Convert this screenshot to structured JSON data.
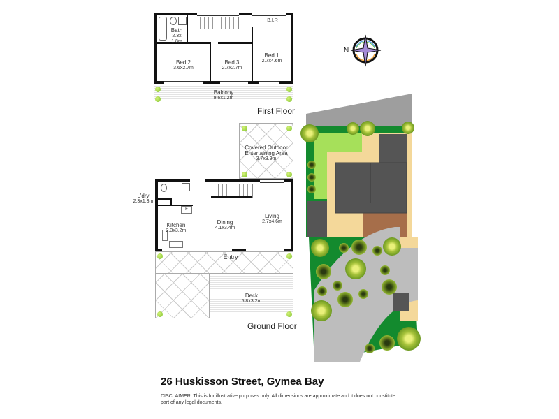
{
  "first_floor": {
    "title": "First Floor",
    "rooms": [
      {
        "name": "Bath",
        "dims": "2.3x\n1.8m"
      },
      {
        "name": "B.I.R",
        "dims": ""
      },
      {
        "name": "Bed 2",
        "dims": "3.6x2.7m"
      },
      {
        "name": "Bed 3",
        "dims": "2.7x2.7m"
      },
      {
        "name": "Bed 1",
        "dims": "2.7x4.6m"
      },
      {
        "name": "Balcony",
        "dims": "9.6x1.2m"
      }
    ]
  },
  "ground_floor": {
    "title": "Ground Floor",
    "rooms": [
      {
        "name": "Covered Outdoor Entertaining Area",
        "dims": "3.7x3.9m"
      },
      {
        "name": "L'dry",
        "dims": "2.3x1.3m"
      },
      {
        "name": "Kitchen",
        "dims": "2.3x3.2m"
      },
      {
        "name": "Dining",
        "dims": "4.1x3.4m"
      },
      {
        "name": "Living",
        "dims": "2.7x4.6m"
      },
      {
        "name": "Entry",
        "dims": ""
      },
      {
        "name": "Deck",
        "dims": "5.8x3.2m"
      }
    ],
    "fridge_label": "F"
  },
  "compass": {
    "label": "N",
    "icon": "compass-rose-icon"
  },
  "site_plan": {
    "label": "site-plan"
  },
  "footer": {
    "address": "26 Huskisson Street, Gymea Bay",
    "disclaimer": "DISCLAIMER: This is for illustrative purposes only. All dimensions are approximate and it does not constitute part of any legal documents."
  },
  "colors": {
    "wall": "#111111",
    "lawn": "#a6e05a",
    "garden": "#138a2e",
    "paving": "#f4d89a",
    "roof": "#545454",
    "timber_deck": "#a66e4a",
    "driveway": "#bdbdbd",
    "road": "#9e9e9e"
  }
}
